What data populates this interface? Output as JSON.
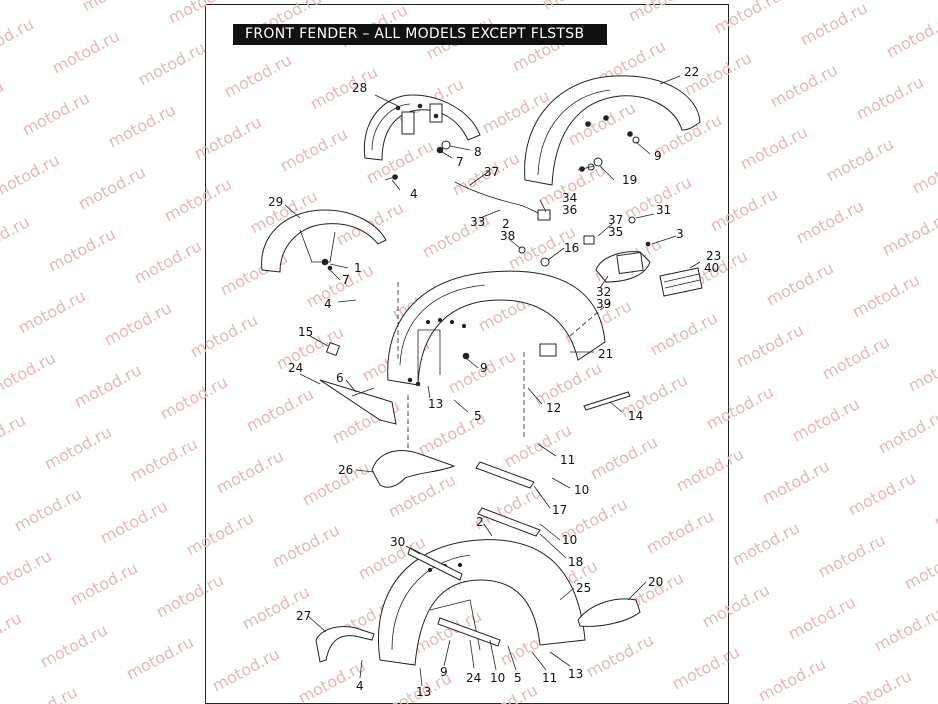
{
  "title": "FRONT FENDER – ALL MODELS EXCEPT FLSTSB",
  "watermark": "motod.ru",
  "callouts": [
    "28",
    "22",
    "8",
    "7",
    "9",
    "37",
    "4",
    "19",
    "34",
    "36",
    "2",
    "33",
    "29",
    "38",
    "37",
    "35",
    "31",
    "3",
    "23",
    "40",
    "16",
    "1",
    "7",
    "32",
    "39",
    "4",
    "15",
    "21",
    "24",
    "6",
    "9",
    "13",
    "12",
    "5",
    "14",
    "11",
    "26",
    "10",
    "17",
    "2",
    "10",
    "18",
    "30",
    "25",
    "20",
    "27",
    "9",
    "24",
    "10",
    "5",
    "11",
    "13",
    "4",
    "13"
  ]
}
